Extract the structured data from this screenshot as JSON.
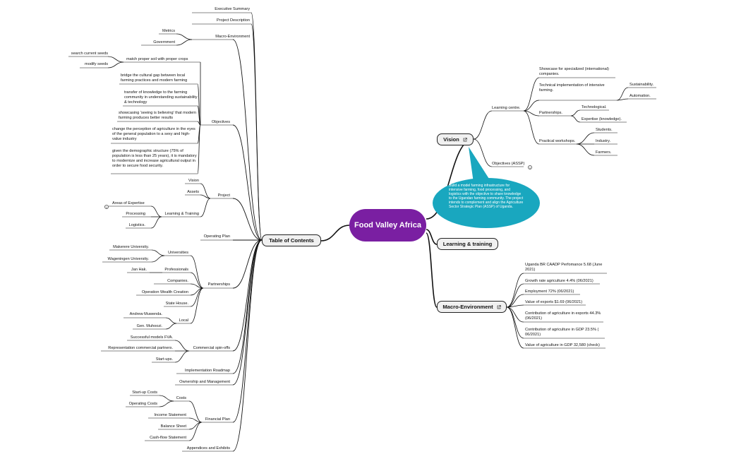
{
  "root": {
    "title": "Food Valley Africa"
  },
  "main_topics": {
    "table_of_contents": "Table of Contents",
    "vision": "Vision",
    "learning_training": "Learning & training",
    "macro_environment": "Macro-Environment"
  },
  "toc": {
    "executive_summary": "Executive Summary",
    "project_description": "Project Description",
    "macro_environment": "Macro-Environment",
    "metrics": "Metrics",
    "government": "Government",
    "objectives": "Objectives",
    "match_soil": "match proper soil with proper crops",
    "search_seeds": "search current seeds",
    "modify_seeds": "modify seeds",
    "bridge_gap": "bridge the cultural gap between local farming practices and modern farming",
    "transfer_knowledge": "transfer of knowledge to the farming community in understanding sustainability & technology",
    "showcasing": "showcasing 'seeing is believing' that modern farming produces better results",
    "change_perception": "change the perception of agriculture in the eyes of the general population to a sexy and high-value industry",
    "demographic": "given the demographic structure (75% of population is less than 25 years), it is mandatory to modernize and increase agricultural output in order to secure food security.",
    "project": "Project",
    "vision": "Vision",
    "assets": "Assets",
    "learning_training": "Learning & Training",
    "areas_expertise": "Areas of Expertise",
    "processing": "Processing",
    "logistics": "Logistics.",
    "operating_plan": "Operating Plan",
    "partnerships": "Partnerships",
    "universities": "Universities",
    "makerere": "Makerere University.",
    "wageningen": "Wageningen University.",
    "professionals": "Professionals",
    "jan_hak": "Jan Hak.",
    "companies": "Companies.",
    "operation_wealth": "Operation Wealth Creation",
    "state_house": "State House.",
    "local": "Local",
    "andrew": "Andrew Muwenda.",
    "gen_muhoozi": "Gen. Muhoozi.",
    "commercial_spinoffs": "Commercial spin-offs",
    "successful_models": "Successful models FVA.",
    "representation": "Representation commercial partners.",
    "startups": "Start-ups.",
    "implementation_roadmap": "Implementation Roadmap",
    "ownership": "Ownership and Management",
    "financial_plan": "Financial Plan",
    "costs": "Costs",
    "startup_costs": "Start-up Costs",
    "operating_costs": "Operating Costs",
    "income_statement": "Income Statement",
    "balance_sheet": "Balance Sheet",
    "cashflow": "Cash-flow Statement",
    "appendices": "Appendices and Exhibits"
  },
  "vision": {
    "learning_centre": "Learning centre.",
    "showcase": "Showcase for specialized (international) companies.",
    "technical": "Technical implementation of intensive farming.",
    "sustainability": "Sustainability.",
    "automation": "Automation.",
    "partnerships": "Partnerships.",
    "technological": "Technological.",
    "expertise": "Expertise (knowledge).",
    "practical_workshops": "Practical workshops.",
    "students": "Students.",
    "industry": "Industry.",
    "farmers": "Farmers.",
    "objectives_assp": "Objectives (ASSP)",
    "callout": "Build a model farming infrastructure for intensive farming, food processing, and logistics with the objective to share knowledge to the Ugandan farming community. The project intends to complement and align the Agriculture Sector Strategic Plan (ASSP) of Uganda."
  },
  "macro": {
    "caadp": "Uganda BR CAADP Perfomance 5.68 (June 2021)",
    "growth_rate": "Growth rate agriculture 4.4% (06/2021)",
    "employment": "Employment 72% (06/2021)",
    "exports_value": "Value of exports $1.69 (06/2021)",
    "contribution_exports": "Contribution of agriculture in exports 44.3% (06/2021)",
    "contribution_gdp": "Contribution of agriculture in GDP 23.5% ( 06/2021)",
    "value_gdp": "Value of agriculture in GDP 32,580 (check)"
  },
  "badges": {
    "areas_expertise": "1",
    "objectives_assp": "1"
  },
  "colors": {
    "root_fill": "#7a1fa2",
    "callout_fill": "#19a7bf",
    "line": "#111111",
    "topic_fill": "#f0f0f0"
  }
}
